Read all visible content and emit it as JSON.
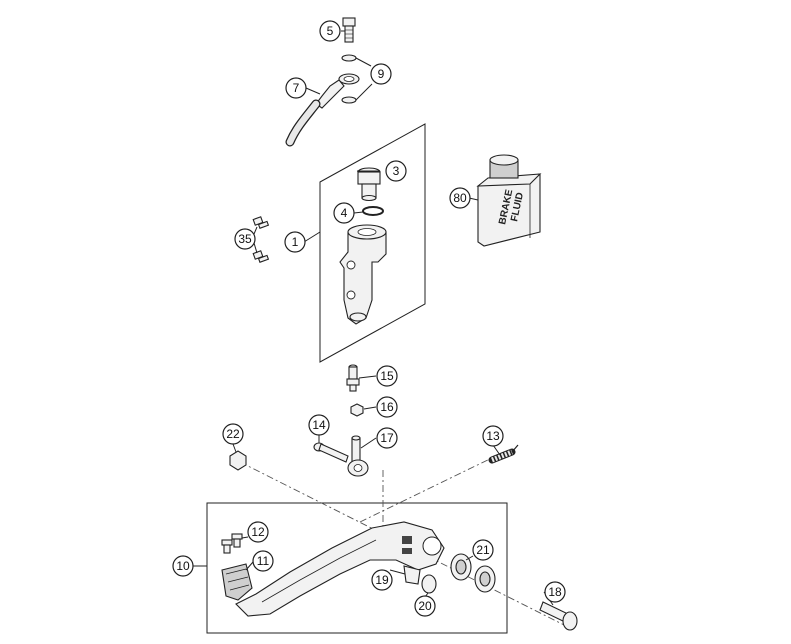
{
  "diagram": {
    "callouts": {
      "c1": "1",
      "c3": "3",
      "c4": "4",
      "c5": "5",
      "c7": "7",
      "c9": "9",
      "c10": "10",
      "c11": "11",
      "c12": "12",
      "c13": "13",
      "c14": "14",
      "c15": "15",
      "c16": "16",
      "c17": "17",
      "c18": "18",
      "c19": "19",
      "c20": "20",
      "c21": "21",
      "c22": "22",
      "c35": "35",
      "c80": "80"
    },
    "bottle_label": {
      "line1": "BRAKE",
      "line2": "FLUID"
    }
  }
}
